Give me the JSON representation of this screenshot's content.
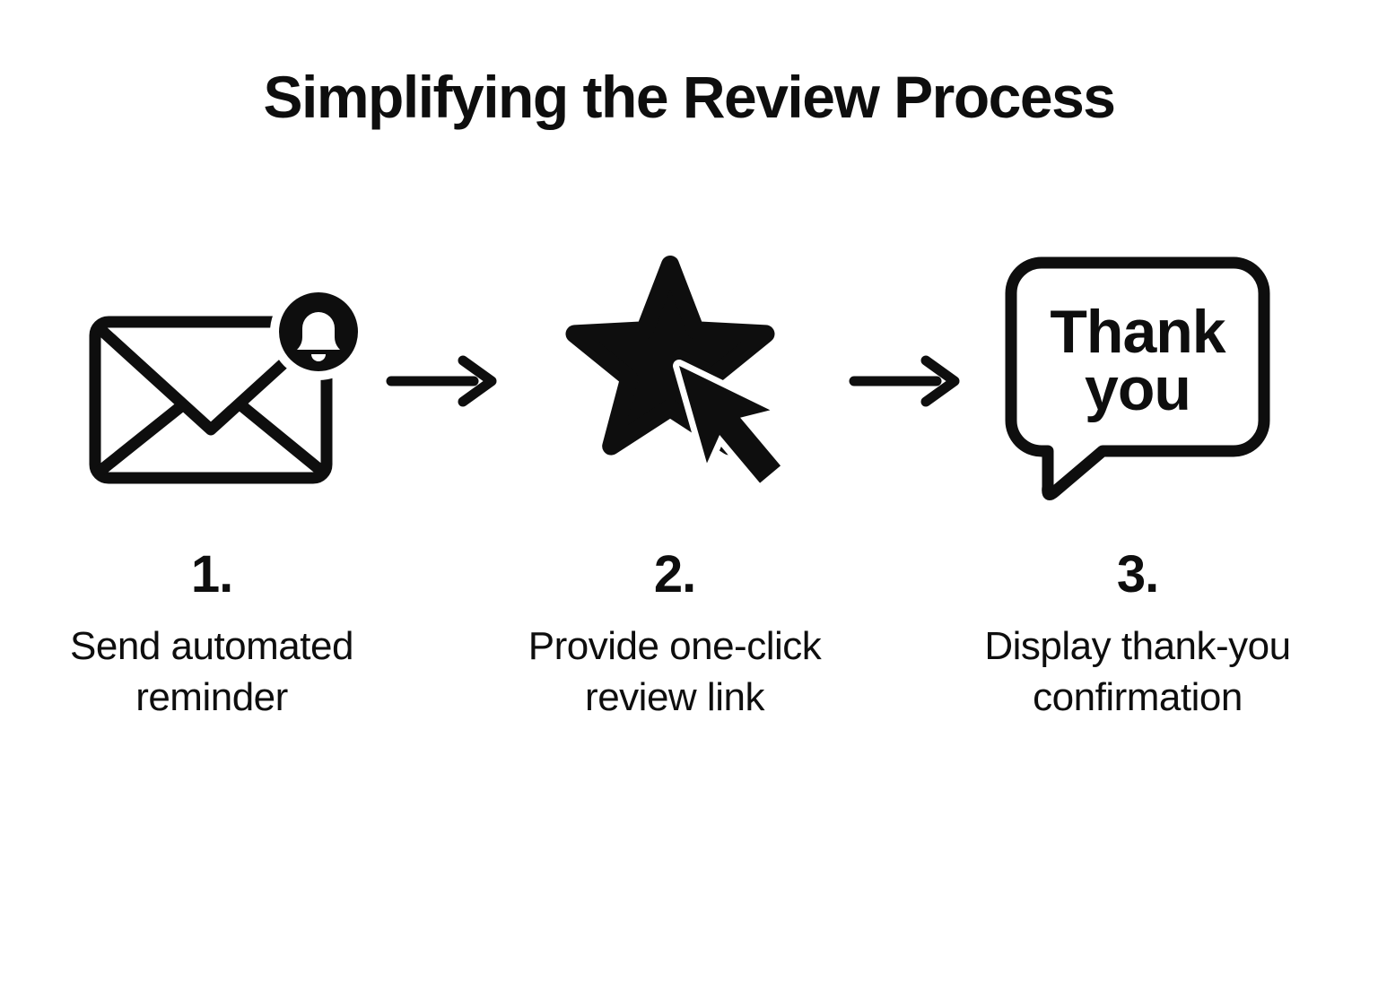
{
  "title": "Simplifying the Review Process",
  "colors": {
    "ink": "#0e0e0e",
    "background": "#ffffff"
  },
  "steps": [
    {
      "number": "1.",
      "description": "Send automated reminder",
      "icon": "email-notification-icon",
      "badge_icon": "bell-icon"
    },
    {
      "number": "2.",
      "description": "Provide one-click review link",
      "icon": "star-cursor-icon"
    },
    {
      "number": "3.",
      "description": "Display thank-you confirmation",
      "icon": "speech-bubble-icon",
      "bubble_text": {
        "line1": "Thank",
        "line2": "you"
      }
    }
  ],
  "connector": {
    "icon": "arrow-right-icon"
  }
}
